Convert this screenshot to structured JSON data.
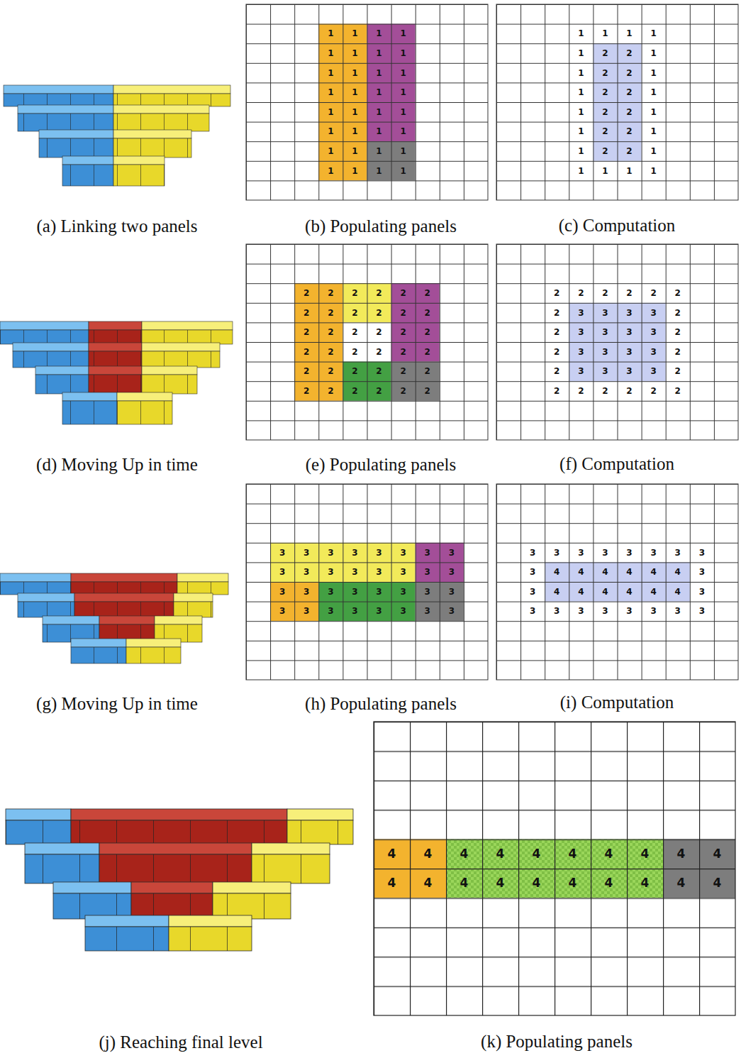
{
  "diagram": {
    "labels": [
      "1",
      "1",
      "1",
      "1",
      "1",
      "1",
      "1",
      "1",
      "1",
      "1",
      "1",
      "1",
      "1",
      "1",
      "1",
      "1",
      "1",
      "1",
      "1",
      "1",
      "1",
      "1",
      "1",
      "1",
      "1",
      "1",
      "1",
      "1",
      "1",
      "1",
      "1",
      "1",
      "1",
      "1",
      "1",
      "1",
      "1",
      "2",
      "2",
      "1",
      "1",
      "2",
      "2",
      "1",
      "1",
      "2",
      "2",
      "1",
      "1",
      "2",
      "2",
      "1",
      "1",
      "2",
      "2",
      "1",
      "1",
      "2",
      "2",
      "1",
      "1",
      "1",
      "1",
      "1",
      "(a) Linking two panels",
      "(b) Populating panels",
      "(c) Computation",
      "2",
      "2",
      "2",
      "2",
      "2",
      "2",
      "2",
      "2",
      "2",
      "2",
      "2",
      "2",
      "2",
      "2",
      "2",
      "2",
      "2",
      "2",
      "2",
      "2",
      "2",
      "2",
      "2",
      "2",
      "2",
      "2",
      "2",
      "2",
      "2",
      "2",
      "2",
      "2",
      "2",
      "2",
      "2",
      "2",
      "2",
      "2",
      "2",
      "2",
      "2",
      "2",
      "2",
      "3",
      "3",
      "3",
      "3",
      "2",
      "2",
      "3",
      "3",
      "3",
      "3",
      "2",
      "2",
      "3",
      "3",
      "3",
      "3",
      "2",
      "2",
      "3",
      "3",
      "3",
      "3",
      "2",
      "2",
      "2",
      "2",
      "2",
      "2",
      "2",
      "(d) Moving Up in time",
      "(e) Populating panels",
      "(f) Computation",
      "3",
      "3",
      "3",
      "3",
      "3",
      "3",
      "3",
      "3",
      "3",
      "3",
      "3",
      "3",
      "3",
      "3",
      "3",
      "3",
      "3",
      "3",
      "3",
      "3",
      "3",
      "3",
      "3",
      "3",
      "3",
      "3",
      "3",
      "3",
      "3",
      "3",
      "3",
      "3",
      "3",
      "3",
      "3",
      "3",
      "3",
      "3",
      "3",
      "3",
      "3",
      "4",
      "4",
      "4",
      "4",
      "4",
      "4",
      "3",
      "3",
      "4",
      "4",
      "4",
      "4",
      "4",
      "4",
      "3",
      "3",
      "3",
      "3",
      "3",
      "3",
      "3",
      "3",
      "3",
      "(g) Moving Up in time",
      "(h) Populating panels",
      "(i) Computation",
      "4",
      "4",
      "4",
      "4",
      "4",
      "4",
      "4",
      "4",
      "4",
      "4",
      "4",
      "4",
      "4",
      "4",
      "4",
      "4",
      "4",
      "4",
      "4",
      "4",
      "(j) Reaching final level",
      "(k) Populating panels"
    ]
  }
}
